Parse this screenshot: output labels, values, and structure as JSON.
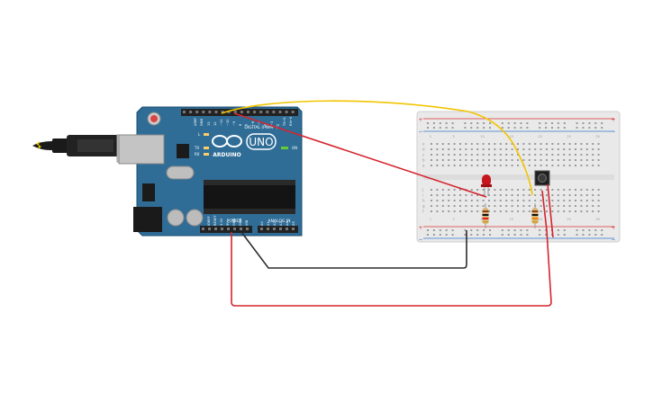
{
  "board": {
    "logo_text": "ARDUINO",
    "model_text": "UNO",
    "digital_label": "DIGITAL (PWM~)",
    "power_label": "POWER",
    "analog_label": "ANALOG IN",
    "on_label": "ON",
    "tx_label": "TX",
    "rx_label": "RX",
    "l_label": "L",
    "aref_label": "AREF",
    "gnd_label": "GND",
    "digital_pins": [
      "13",
      "12",
      "~11",
      "~10",
      "~9",
      "8",
      "7",
      "~6",
      "~5",
      "4",
      "~3",
      "2",
      "TX→1",
      "RX←0"
    ],
    "power_pins": [
      "IOREF",
      "RESET",
      "3.3V",
      "5V",
      "GND",
      "GND",
      "VIN"
    ],
    "analog_pins": [
      "A0",
      "A1",
      "A2",
      "A3",
      "A4",
      "A5"
    ]
  },
  "breadboard": {
    "row_letters_top": [
      "a",
      "b",
      "c",
      "d",
      "e"
    ],
    "row_letters_bottom": [
      "f",
      "g",
      "h",
      "i",
      "j"
    ],
    "column_numbers": [
      "1",
      "5",
      "10",
      "15",
      "20",
      "25",
      "30"
    ],
    "plus_sign": "+",
    "minus_sign": "−"
  },
  "wires": [
    {
      "name": "signal-wire-yellow",
      "color": "#f2c500"
    },
    {
      "name": "led-wire-red",
      "color": "#d4252f"
    },
    {
      "name": "ground-wire-black",
      "color": "#2d2d2d"
    },
    {
      "name": "power-wire-red",
      "color": "#d4252f"
    }
  ],
  "colors": {
    "board_blue": "#2f6d97",
    "led_red": "#c4161c",
    "breadboard_bg": "#e8e8e8",
    "rail_red": "#d33",
    "rail_blue": "#37c"
  }
}
